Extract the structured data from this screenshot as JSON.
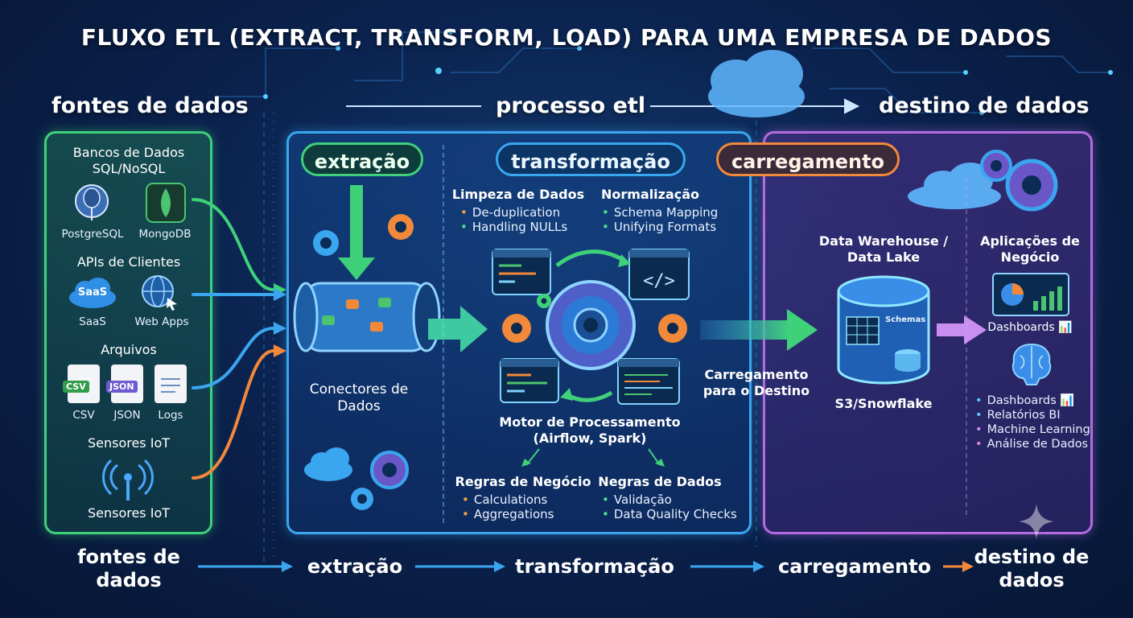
{
  "title": "FLUXO ETL (EXTRACT, TRANSFORM, LOAD) PARA UMA EMPRESA DE DADOS",
  "headers": {
    "sources": "fontes de dados",
    "process": "processo etl",
    "destination": "destino de dados"
  },
  "sources": {
    "databases_title": "Bancos de Dados SQL/NoSQL",
    "postgres": "PostgreSQL",
    "mongo": "MongoDB",
    "apis_title": "APIs de Clientes",
    "saas_badge": "SaaS",
    "saas": "SaaS",
    "webapps": "Web Apps",
    "files_title": "Arquivos",
    "csv_tag": "CSV",
    "json_tag": "JSON",
    "csv": "CSV",
    "json": "JSON",
    "logs": "Logs",
    "iot_title": "Sensores IoT",
    "iot": "Sensores IoT"
  },
  "extraction": {
    "pill": "extração",
    "connectors": "Conectores de Dados"
  },
  "transformation": {
    "pill": "transformação",
    "cleaning_title": "Limpeza de Dados",
    "cleaning_items": [
      "De-duplication",
      "Handling NULLs"
    ],
    "normalization_title": "Normalização",
    "normalization_items": [
      "Schema Mapping",
      "Unifying Formats"
    ],
    "engine": "Motor de Processamento (Airflow, Spark)",
    "business_title": "Regras de Negócio",
    "business_items": [
      "Calculations",
      "Aggregations"
    ],
    "data_rules_title": "Negras de Dados",
    "data_rules_items": [
      "Validação",
      "Data Quality Checks"
    ]
  },
  "loading": {
    "pill": "carregamento",
    "load_label": "Carregamento para o Destino",
    "warehouse_title": "Data Warehouse / Data Lake",
    "schemas": "Schemas",
    "storage": "S3/Snowflake",
    "apps_title": "Aplicações de Negócio",
    "dashboards": "Dashboards 📊",
    "apps_items": [
      "Dashboards 📊",
      "Relatórios BI",
      "Machine Learning",
      "Análise de Dados"
    ]
  },
  "bottom_flow": [
    "fontes de dados",
    "extração",
    "transformação",
    "carregamento",
    "destino de dados"
  ],
  "colors": {
    "green": "#3fd07a",
    "blue": "#3aa6f0",
    "orange": "#f2883a",
    "purple": "#b36be0",
    "background": "#0b2350"
  }
}
